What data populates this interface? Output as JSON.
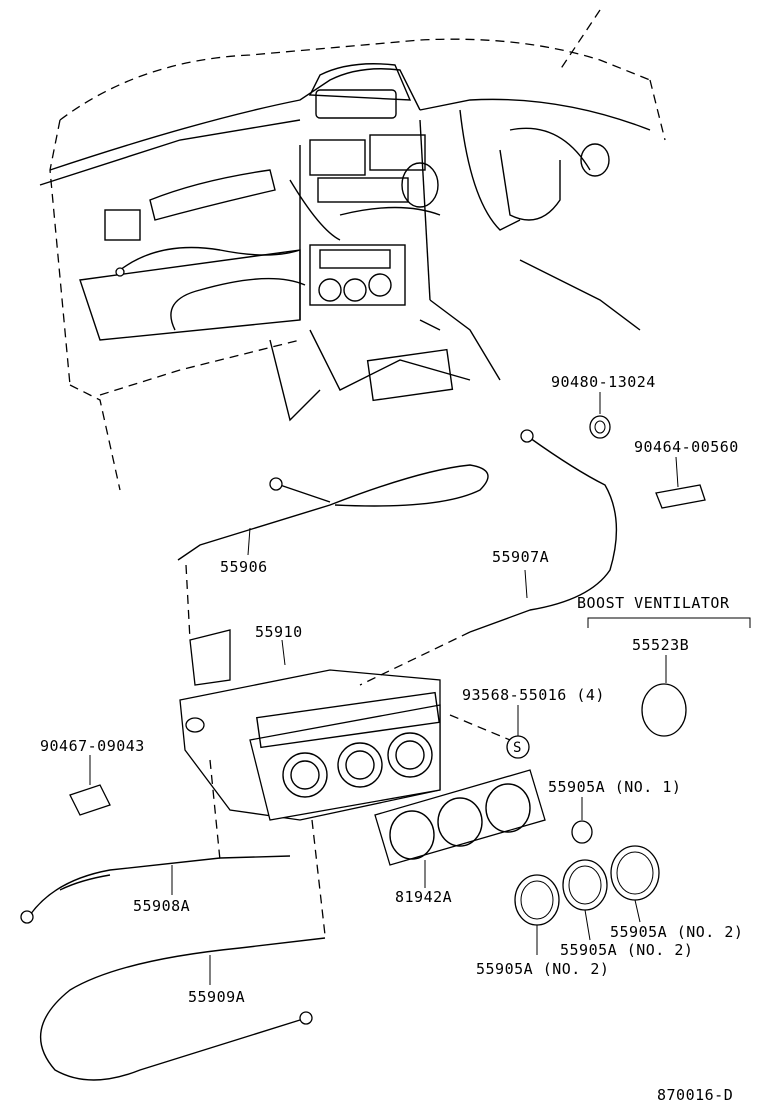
{
  "labels": {
    "p90480": "90480-13024",
    "p90464": "90464-00560",
    "p55906": "55906",
    "p55907a": "55907A",
    "p55910": "55910",
    "p93568": "93568-55016 (4)",
    "p90467": "90467-09043",
    "p55908a": "55908A",
    "p81942a": "81942A",
    "p55909a": "55909A",
    "p55905a_no1": "55905A (NO. 1)",
    "p55905a_no2_a": "55905A (NO. 2)",
    "p55905a_no2_b": "55905A (NO. 2)",
    "p55905a_no2_c": "55905A (NO. 2)",
    "boost_title": "BOOST VENTILATOR",
    "p55523b": "55523B",
    "s_mark": "S",
    "diagram_code": "870016-D"
  }
}
